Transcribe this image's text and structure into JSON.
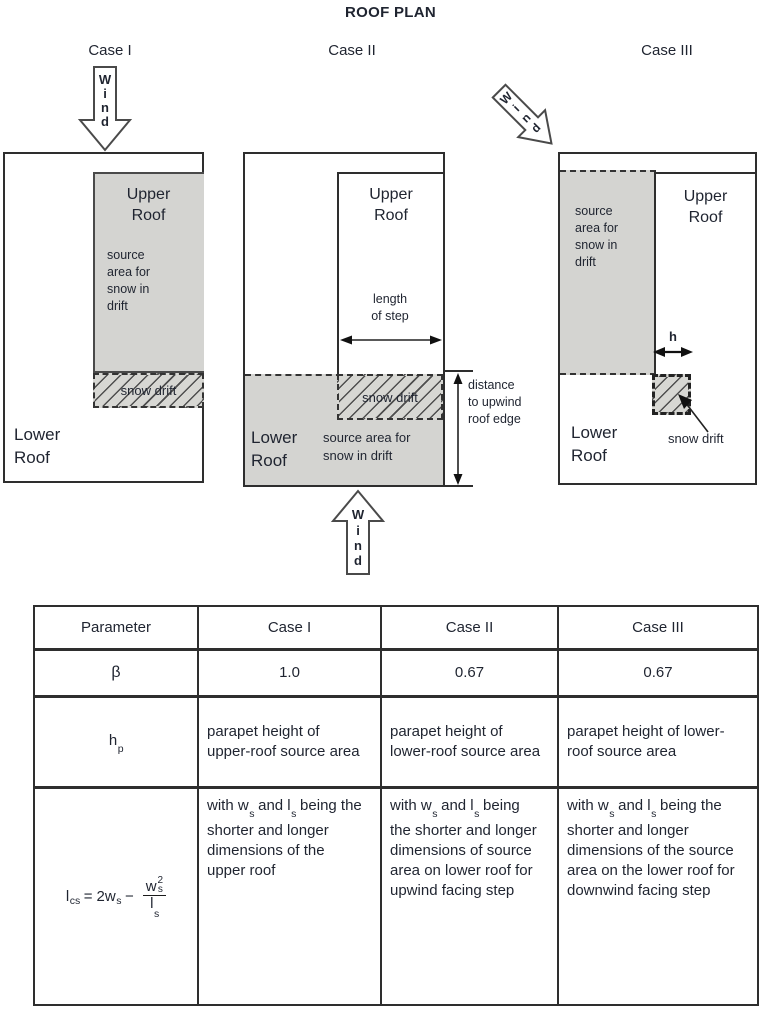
{
  "title": "ROOF PLAN",
  "colors": {
    "gray_fill": "#d4d4d1",
    "line": "#2e2e2e",
    "text": "#1f2430"
  },
  "cases": [
    {
      "label": "Case I",
      "wind": [
        "W",
        "i",
        "n",
        "d"
      ],
      "upper_roof": "Upper\nRoof",
      "source_area": "source\narea for\nsnow in\ndrift",
      "snow_drift": "snow drift",
      "lower_roof": "Lower\nRoof"
    },
    {
      "label": "Case II",
      "wind": [
        "W",
        "i",
        "n",
        "d"
      ],
      "upper_roof": "Upper\nRoof",
      "length_of_step": "length\nof step",
      "snow_drift": "snow drift",
      "lower_roof": "Lower\nRoof",
      "source_area": "source area for\nsnow in drift",
      "distance": "distance\nto upwind\nroof edge"
    },
    {
      "label": "Case III",
      "wind": [
        "W",
        "i",
        "n",
        "d"
      ],
      "upper_roof": "Upper\nRoof",
      "source_area": "source\narea for\nsnow in\ndrift",
      "h_label": "h",
      "snow_drift": "snow drift",
      "lower_roof": "Lower\nRoof"
    }
  ],
  "table": {
    "headers": [
      "Parameter",
      "Case I",
      "Case II",
      "Case III"
    ],
    "beta_row": {
      "param": "β",
      "values": [
        "1.0",
        "0.67",
        "0.67"
      ]
    },
    "hp_row": {
      "base": "h",
      "sub": "p",
      "cells": [
        "parapet height of upper-roof source area",
        "parapet height of lower-roof source area",
        "parapet height of lower-roof source area"
      ]
    },
    "lcs_row": {
      "formula": {
        "lhs": "l",
        "lhs_sub": "cs",
        "eq": "=",
        "t1": "2w",
        "t1_sub": "s",
        "minus": "−",
        "num": "w",
        "num_sup": "2",
        "num_sub": "s",
        "den": "l",
        "den_sub": "s"
      },
      "cells": [
        {
          "pre": "with w",
          "s1": "s",
          "mid": " and l",
          "s2": "s",
          "rest": " being the shorter and longer dimensions of the upper roof"
        },
        {
          "pre": "with w",
          "s1": "s",
          "mid": " and l",
          "s2": "s",
          "rest": " being the shorter and longer dimensions of source area on lower roof for upwind facing step"
        },
        {
          "pre": "with w",
          "s1": "s",
          "mid": " and l",
          "s2": "s",
          "rest": " being the shorter and longer dimensions of the source area on the lower roof for downwind facing step"
        }
      ]
    }
  }
}
